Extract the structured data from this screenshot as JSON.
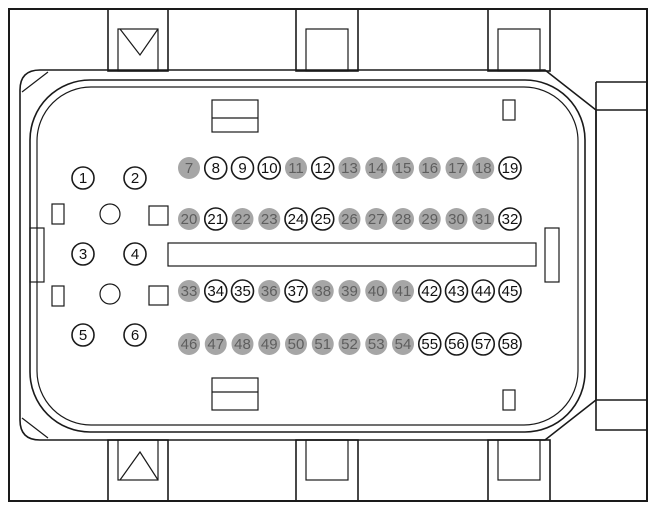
{
  "colors": {
    "line": "#1a1a1a",
    "background": "#ffffff",
    "filled_pin": "#a6a6a6",
    "filled_pin_text": "#5e5e5e",
    "open_pin_text": "#111111"
  },
  "large_pins": [
    {
      "label": "1",
      "style": "open"
    },
    {
      "label": "2",
      "style": "open"
    },
    {
      "label": "3",
      "style": "open"
    },
    {
      "label": "4",
      "style": "open"
    },
    {
      "label": "5",
      "style": "open"
    },
    {
      "label": "6",
      "style": "open"
    }
  ],
  "pin_rows": [
    {
      "pins": [
        {
          "label": "7",
          "style": "filled"
        },
        {
          "label": "8",
          "style": "open"
        },
        {
          "label": "9",
          "style": "open"
        },
        {
          "label": "10",
          "style": "open"
        },
        {
          "label": "11",
          "style": "filled"
        },
        {
          "label": "12",
          "style": "open"
        },
        {
          "label": "13",
          "style": "filled"
        },
        {
          "label": "14",
          "style": "filled"
        },
        {
          "label": "15",
          "style": "filled"
        },
        {
          "label": "16",
          "style": "filled"
        },
        {
          "label": "17",
          "style": "filled"
        },
        {
          "label": "18",
          "style": "filled"
        },
        {
          "label": "19",
          "style": "open"
        }
      ]
    },
    {
      "pins": [
        {
          "label": "20",
          "style": "filled"
        },
        {
          "label": "21",
          "style": "open"
        },
        {
          "label": "22",
          "style": "filled"
        },
        {
          "label": "23",
          "style": "filled"
        },
        {
          "label": "24",
          "style": "open"
        },
        {
          "label": "25",
          "style": "open"
        },
        {
          "label": "26",
          "style": "filled"
        },
        {
          "label": "27",
          "style": "filled"
        },
        {
          "label": "28",
          "style": "filled"
        },
        {
          "label": "29",
          "style": "filled"
        },
        {
          "label": "30",
          "style": "filled"
        },
        {
          "label": "31",
          "style": "filled"
        },
        {
          "label": "32",
          "style": "open"
        }
      ]
    },
    {
      "pins": [
        {
          "label": "33",
          "style": "filled"
        },
        {
          "label": "34",
          "style": "open"
        },
        {
          "label": "35",
          "style": "open"
        },
        {
          "label": "36",
          "style": "filled"
        },
        {
          "label": "37",
          "style": "open"
        },
        {
          "label": "38",
          "style": "filled"
        },
        {
          "label": "39",
          "style": "filled"
        },
        {
          "label": "40",
          "style": "filled"
        },
        {
          "label": "41",
          "style": "filled"
        },
        {
          "label": "42",
          "style": "open"
        },
        {
          "label": "43",
          "style": "open"
        },
        {
          "label": "44",
          "style": "open"
        },
        {
          "label": "45",
          "style": "open"
        }
      ]
    },
    {
      "pins": [
        {
          "label": "46",
          "style": "filled"
        },
        {
          "label": "47",
          "style": "filled"
        },
        {
          "label": "48",
          "style": "filled"
        },
        {
          "label": "49",
          "style": "filled"
        },
        {
          "label": "50",
          "style": "filled"
        },
        {
          "label": "51",
          "style": "filled"
        },
        {
          "label": "52",
          "style": "filled"
        },
        {
          "label": "53",
          "style": "filled"
        },
        {
          "label": "54",
          "style": "filled"
        },
        {
          "label": "55",
          "style": "open"
        },
        {
          "label": "56",
          "style": "open"
        },
        {
          "label": "57",
          "style": "open"
        },
        {
          "label": "58",
          "style": "open"
        }
      ]
    }
  ]
}
